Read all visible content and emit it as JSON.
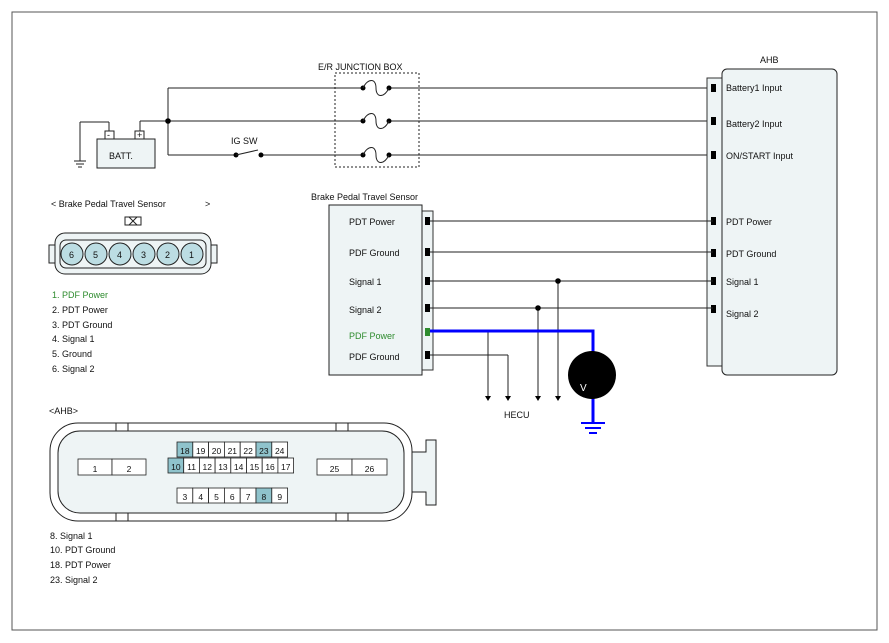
{
  "colors": {
    "line": "#1a1a1a",
    "box_fill": "#eef4f5",
    "pin_fill": "#bcdde3",
    "highlight_pin": "#8fc3cc",
    "measure_wire": "#0000ff",
    "green_text": "#2e8b2e",
    "meter_fill": "#000000"
  },
  "junction_box": {
    "title": "E/R JUNCTION BOX"
  },
  "battery": {
    "label": "BATT.",
    "neg": "-",
    "pos": "+"
  },
  "ig_switch": {
    "label": "IG SW"
  },
  "ahb": {
    "title": "AHB",
    "inputs": [
      "Battery1 Input",
      "Battery2 Input",
      "ON/START Input",
      "PDT Power",
      "PDT Ground",
      "Signal 1",
      "Signal 2"
    ]
  },
  "sensor": {
    "title": "Brake Pedal Travel Sensor",
    "pins": [
      "PDT Power",
      "PDF Ground",
      "Signal 1",
      "Signal 2",
      "PDF Power",
      "PDF Ground"
    ]
  },
  "hecu": {
    "label": "HECU"
  },
  "meter": {
    "label": "V"
  },
  "sensor_connector": {
    "title_left": "< Brake Pedal Travel Sensor",
    "title_right": ">",
    "pin_numbers": [
      "6",
      "5",
      "4",
      "3",
      "2",
      "1"
    ],
    "legend": [
      "1. PDF Power",
      "2. PDT Power",
      "3. PDT Ground",
      "4.  Signal 1",
      "5.  Ground",
      "6.  Signal 2"
    ]
  },
  "ahb_connector": {
    "title": "<AHB>",
    "left_pins": [
      "1",
      "2"
    ],
    "top_row": [
      "18",
      "19",
      "20",
      "21",
      "22",
      "23",
      "24"
    ],
    "mid_row": [
      "10",
      "11",
      "12",
      "13",
      "14",
      "15",
      "16",
      "17"
    ],
    "bottom_row": [
      "3",
      "4",
      "5",
      "6",
      "7",
      "8",
      "9"
    ],
    "right_pins": [
      "25",
      "26"
    ],
    "highlighted": [
      "18",
      "23",
      "10",
      "8"
    ],
    "legend": [
      "8.  Signal 1",
      "10.   PDT Ground",
      "18. PDT Power",
      "23. Signal 2"
    ]
  }
}
